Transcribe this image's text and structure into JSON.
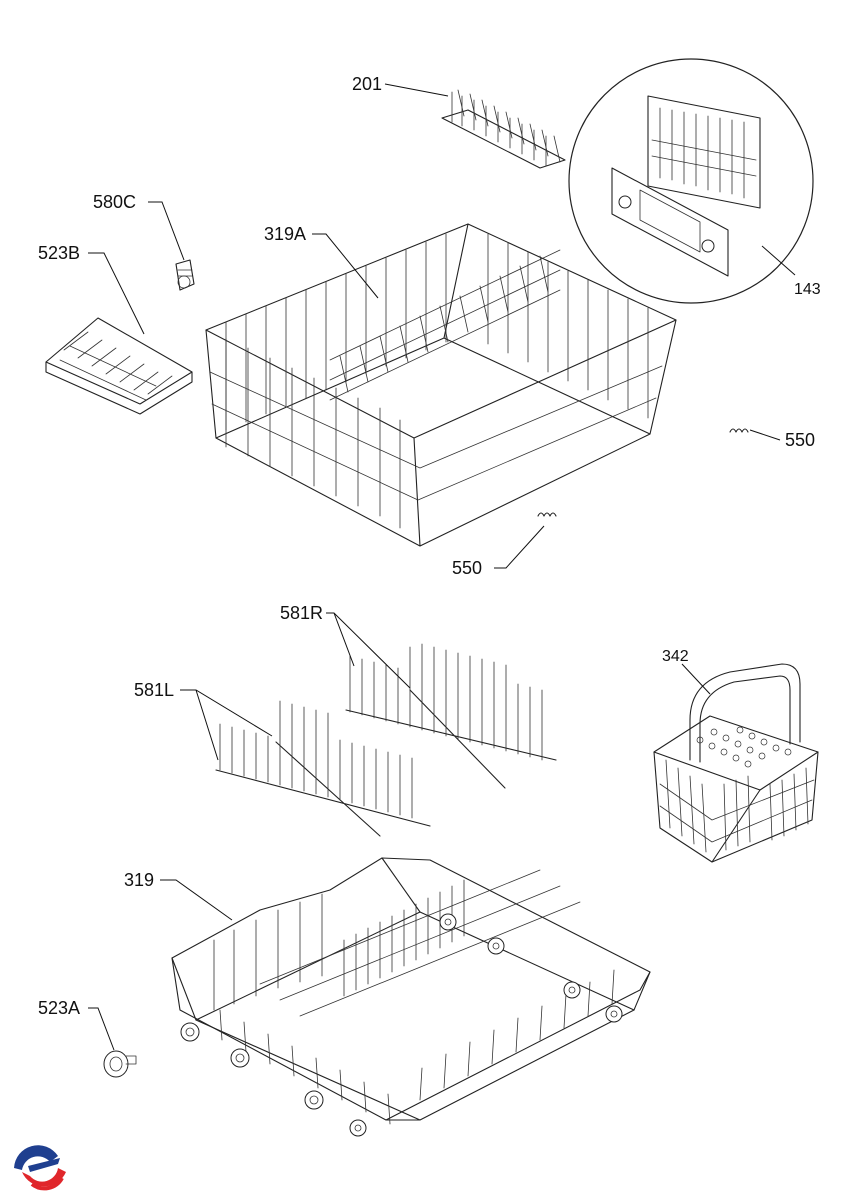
{
  "labels": {
    "p201": "201",
    "p143": "143",
    "p580c": "580C",
    "p523b": "523B",
    "p319a": "319A",
    "p550_right": "550",
    "p550_bottom": "550",
    "p581r": "581R",
    "p581l": "581L",
    "p342": "342",
    "p319": "319",
    "p523a": "523A"
  },
  "logo": {
    "colors": {
      "blue": "#1f3f8f",
      "red": "#e0262b"
    }
  }
}
